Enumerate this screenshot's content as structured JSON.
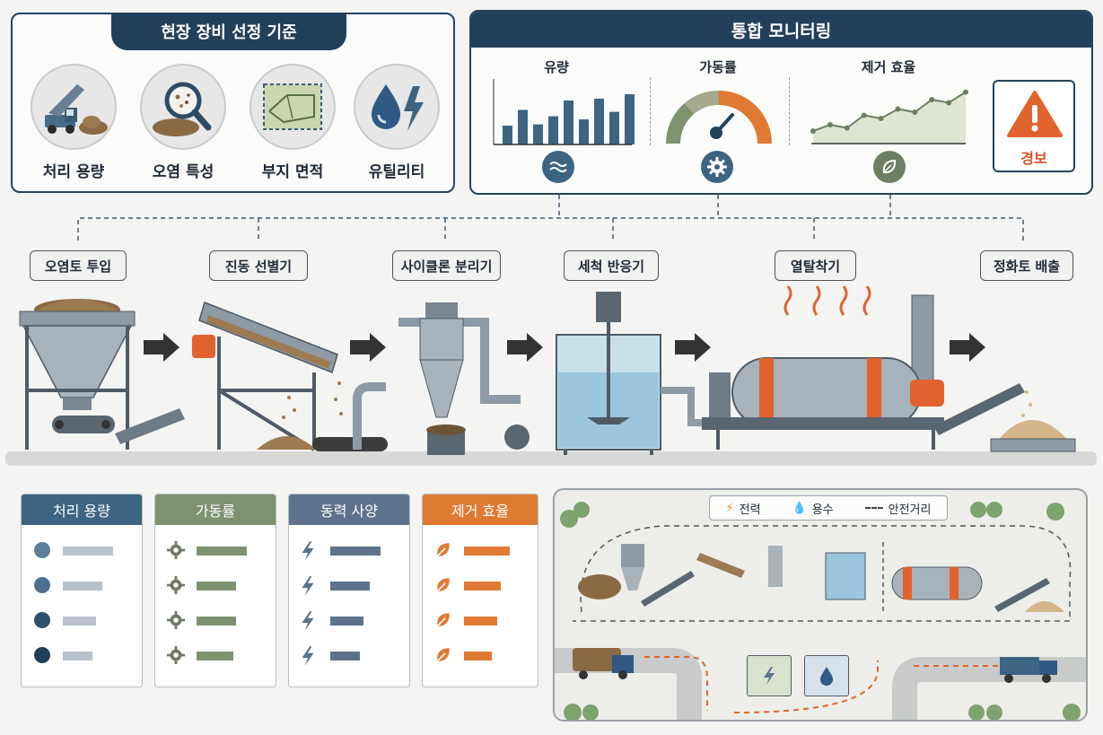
{
  "site_criteria": {
    "title": "현장 장비 선정 기준",
    "items": [
      {
        "label": "처리 용량",
        "icon": "dump-truck-icon"
      },
      {
        "label": "오염 특성",
        "icon": "magnifier-soil-icon"
      },
      {
        "label": "부지 면적",
        "icon": "site-area-icon"
      },
      {
        "label": "유틸리티",
        "icon": "water-power-icon"
      }
    ]
  },
  "monitoring": {
    "title": "통합 모니터링",
    "flow": {
      "label": "유량",
      "bars": [
        0.3,
        0.55,
        0.32,
        0.45,
        0.7,
        0.4,
        0.73,
        0.52,
        0.8
      ]
    },
    "uptime": {
      "label": "가동률"
    },
    "efficiency": {
      "label": "제거 효율",
      "trend": [
        0.2,
        0.3,
        0.25,
        0.45,
        0.4,
        0.55,
        0.5,
        0.7,
        0.65,
        0.82
      ]
    },
    "alarm": {
      "label": "경보"
    }
  },
  "process_stages": [
    {
      "label": "오염토 투입"
    },
    {
      "label": "진동 선별기"
    },
    {
      "label": "사이클론 분리기"
    },
    {
      "label": "세척 반응기"
    },
    {
      "label": "열탈착기"
    },
    {
      "label": "정화토 배출"
    }
  ],
  "spec_cards": [
    {
      "title": "처리 용량",
      "color": "#3d6582",
      "icon": "dot-icon",
      "bar_fill": [
        0.75,
        0.6,
        0.5,
        0.45
      ]
    },
    {
      "title": "가동률",
      "color": "#7f9270",
      "icon": "gear-icon",
      "bar_fill": [
        0.75,
        0.6,
        0.6,
        0.55
      ]
    },
    {
      "title": "동력 사양",
      "color": "#5d738d",
      "icon": "lightning-icon",
      "bar_fill": [
        0.75,
        0.6,
        0.5,
        0.45
      ]
    },
    {
      "title": "제거 효율",
      "color": "#e07a33",
      "icon": "leaf-icon",
      "bar_fill": [
        0.75,
        0.6,
        0.55,
        0.45
      ]
    }
  ],
  "site_layout": {
    "legend": [
      {
        "label": "전력",
        "icon": "lightning-icon",
        "color": "#e8892e"
      },
      {
        "label": "용수",
        "icon": "water-drop-icon",
        "color": "#2f5a86"
      },
      {
        "label": "안전거리",
        "icon": "dashed-line-icon",
        "color": "#444444"
      }
    ]
  }
}
